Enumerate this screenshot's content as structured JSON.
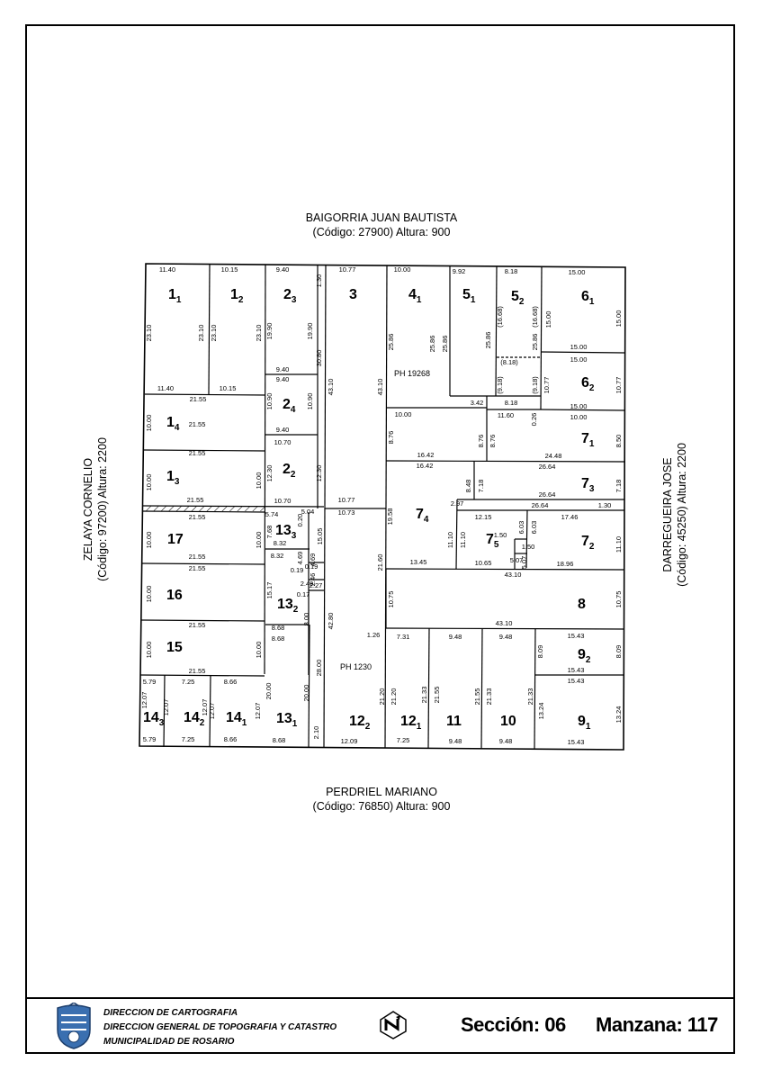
{
  "streets": {
    "top": {
      "name": "BAIGORRIA JUAN BAUTISTA",
      "code": "(Código: 27900) Altura: 900"
    },
    "bottom": {
      "name": "PERDRIEL MARIANO",
      "code": "(Código: 76850) Altura: 900"
    },
    "left": {
      "name": "ZELAYA CORNELIO",
      "code": "(Código: 97200) Altura: 2200"
    },
    "right": {
      "name": "DARREGUEIRA JOSE",
      "code": "(Código: 45250) Altura: 2200"
    }
  },
  "footer": {
    "line1": "DIRECCION DE CARTOGRAFIA",
    "line2": "DIRECCION GENERAL DE TOPOGRAFIA Y CATASTRO",
    "line3": "MUNICIPALIDAD DE ROSARIO",
    "section_label": "Sección: 06",
    "block_label": "Manzana: 117",
    "logo_icon": "rosario-coat-of-arms-icon",
    "north_icon": "north-arrow-icon"
  },
  "ph_labels": [
    "PH 19268",
    "PH 1230"
  ],
  "lots": [
    {
      "n": "1",
      "s": "1"
    },
    {
      "n": "1",
      "s": "2"
    },
    {
      "n": "2",
      "s": "3"
    },
    {
      "n": "3",
      "s": ""
    },
    {
      "n": "4",
      "s": "1"
    },
    {
      "n": "5",
      "s": "1"
    },
    {
      "n": "5",
      "s": "2"
    },
    {
      "n": "6",
      "s": "1"
    },
    {
      "n": "6",
      "s": "2"
    },
    {
      "n": "2",
      "s": "4"
    },
    {
      "n": "1",
      "s": "4"
    },
    {
      "n": "7",
      "s": "1"
    },
    {
      "n": "1",
      "s": "3"
    },
    {
      "n": "2",
      "s": "2"
    },
    {
      "n": "7",
      "s": "3"
    },
    {
      "n": "17",
      "s": ""
    },
    {
      "n": "13",
      "s": "3"
    },
    {
      "n": "7",
      "s": "4"
    },
    {
      "n": "7",
      "s": "5"
    },
    {
      "n": "7",
      "s": "2"
    },
    {
      "n": "16",
      "s": ""
    },
    {
      "n": "13",
      "s": "2"
    },
    {
      "n": "8",
      "s": ""
    },
    {
      "n": "15",
      "s": ""
    },
    {
      "n": "9",
      "s": "2"
    },
    {
      "n": "14",
      "s": "3"
    },
    {
      "n": "14",
      "s": "2"
    },
    {
      "n": "14",
      "s": "1"
    },
    {
      "n": "13",
      "s": "1"
    },
    {
      "n": "12",
      "s": "2"
    },
    {
      "n": "12",
      "s": "1"
    },
    {
      "n": "11",
      "s": ""
    },
    {
      "n": "10",
      "s": ""
    },
    {
      "n": "9",
      "s": "1"
    }
  ],
  "dims": [
    "11.40",
    "10.15",
    "9.40",
    "1.30",
    "10.77",
    "10.00",
    "9.92",
    "8.18",
    "15.00",
    "23.10",
    "23.10",
    "23.10",
    "23.10",
    "19.90",
    "19.90",
    "30.80",
    "43.10",
    "43.10",
    "25.86",
    "25.86",
    "25.86",
    "25.86",
    "(16.68)",
    "(16.68)",
    "15.00",
    "15.00",
    "25.86",
    "15.00",
    "(8.18)",
    "(9.18)",
    "(9.18)",
    "10.77",
    "10.77",
    "15.00",
    "9.40",
    "9.40",
    "11.40",
    "10.15",
    "21.55",
    "10.90",
    "10.90",
    "10.00",
    "3.42",
    "8.18",
    "11.60",
    "0.26",
    "10.00",
    "15.00",
    "9.40",
    "10.00",
    "8.76",
    "8.76",
    "8.76",
    "8.50",
    "10.70",
    "21.55",
    "21.55",
    "16.42",
    "24.48",
    "12.30",
    "12.30",
    "10.00",
    "16.42",
    "26.64",
    "8.48",
    "7.18",
    "7.18",
    "10.00",
    "26.64",
    "21.55",
    "10.70",
    "10.77",
    "2.97",
    "26.64",
    "1.30",
    "5.74",
    "5.04",
    "10.73",
    "12.15",
    "17.46",
    "0.20",
    "21.55",
    "7.68",
    "19.58",
    "6.03",
    "6.03",
    "10.00",
    "10.00",
    "15.05",
    "1.50",
    "1.50",
    "8.32",
    "11.10",
    "11.10",
    "11.10",
    "4.69",
    "8.32",
    "5.07",
    "5.07",
    "4.69",
    "21.55",
    "0.19",
    "0.19",
    "21.60",
    "13.45",
    "10.65",
    "18.96",
    "21.55",
    "2.49",
    "2.46",
    "2.27",
    "43.10",
    "10.00",
    "15.17",
    "0.17",
    "10.75",
    "10.75",
    "8.00",
    "42.80",
    "21.55",
    "8.68",
    "43.10",
    "15.43",
    "8.68",
    "1.26",
    "7.31",
    "9.48",
    "9.48",
    "10.00",
    "10.00",
    "8.09",
    "8.09",
    "28.00",
    "PH 1230",
    "21.55",
    "15.43",
    "5.79",
    "7.25",
    "8.66",
    "15.43",
    "21.20",
    "21.20",
    "21.33",
    "21.55",
    "21.55",
    "21.33",
    "21.33",
    "12.07",
    "12.07",
    "12.07",
    "12.07",
    "12.07",
    "20.00",
    "20.00",
    "13.24",
    "13.24",
    "5.79",
    "7.25",
    "8.66",
    "8.68",
    "2.10",
    "12.09",
    "7.25",
    "9.48",
    "9.48",
    "15.43"
  ]
}
